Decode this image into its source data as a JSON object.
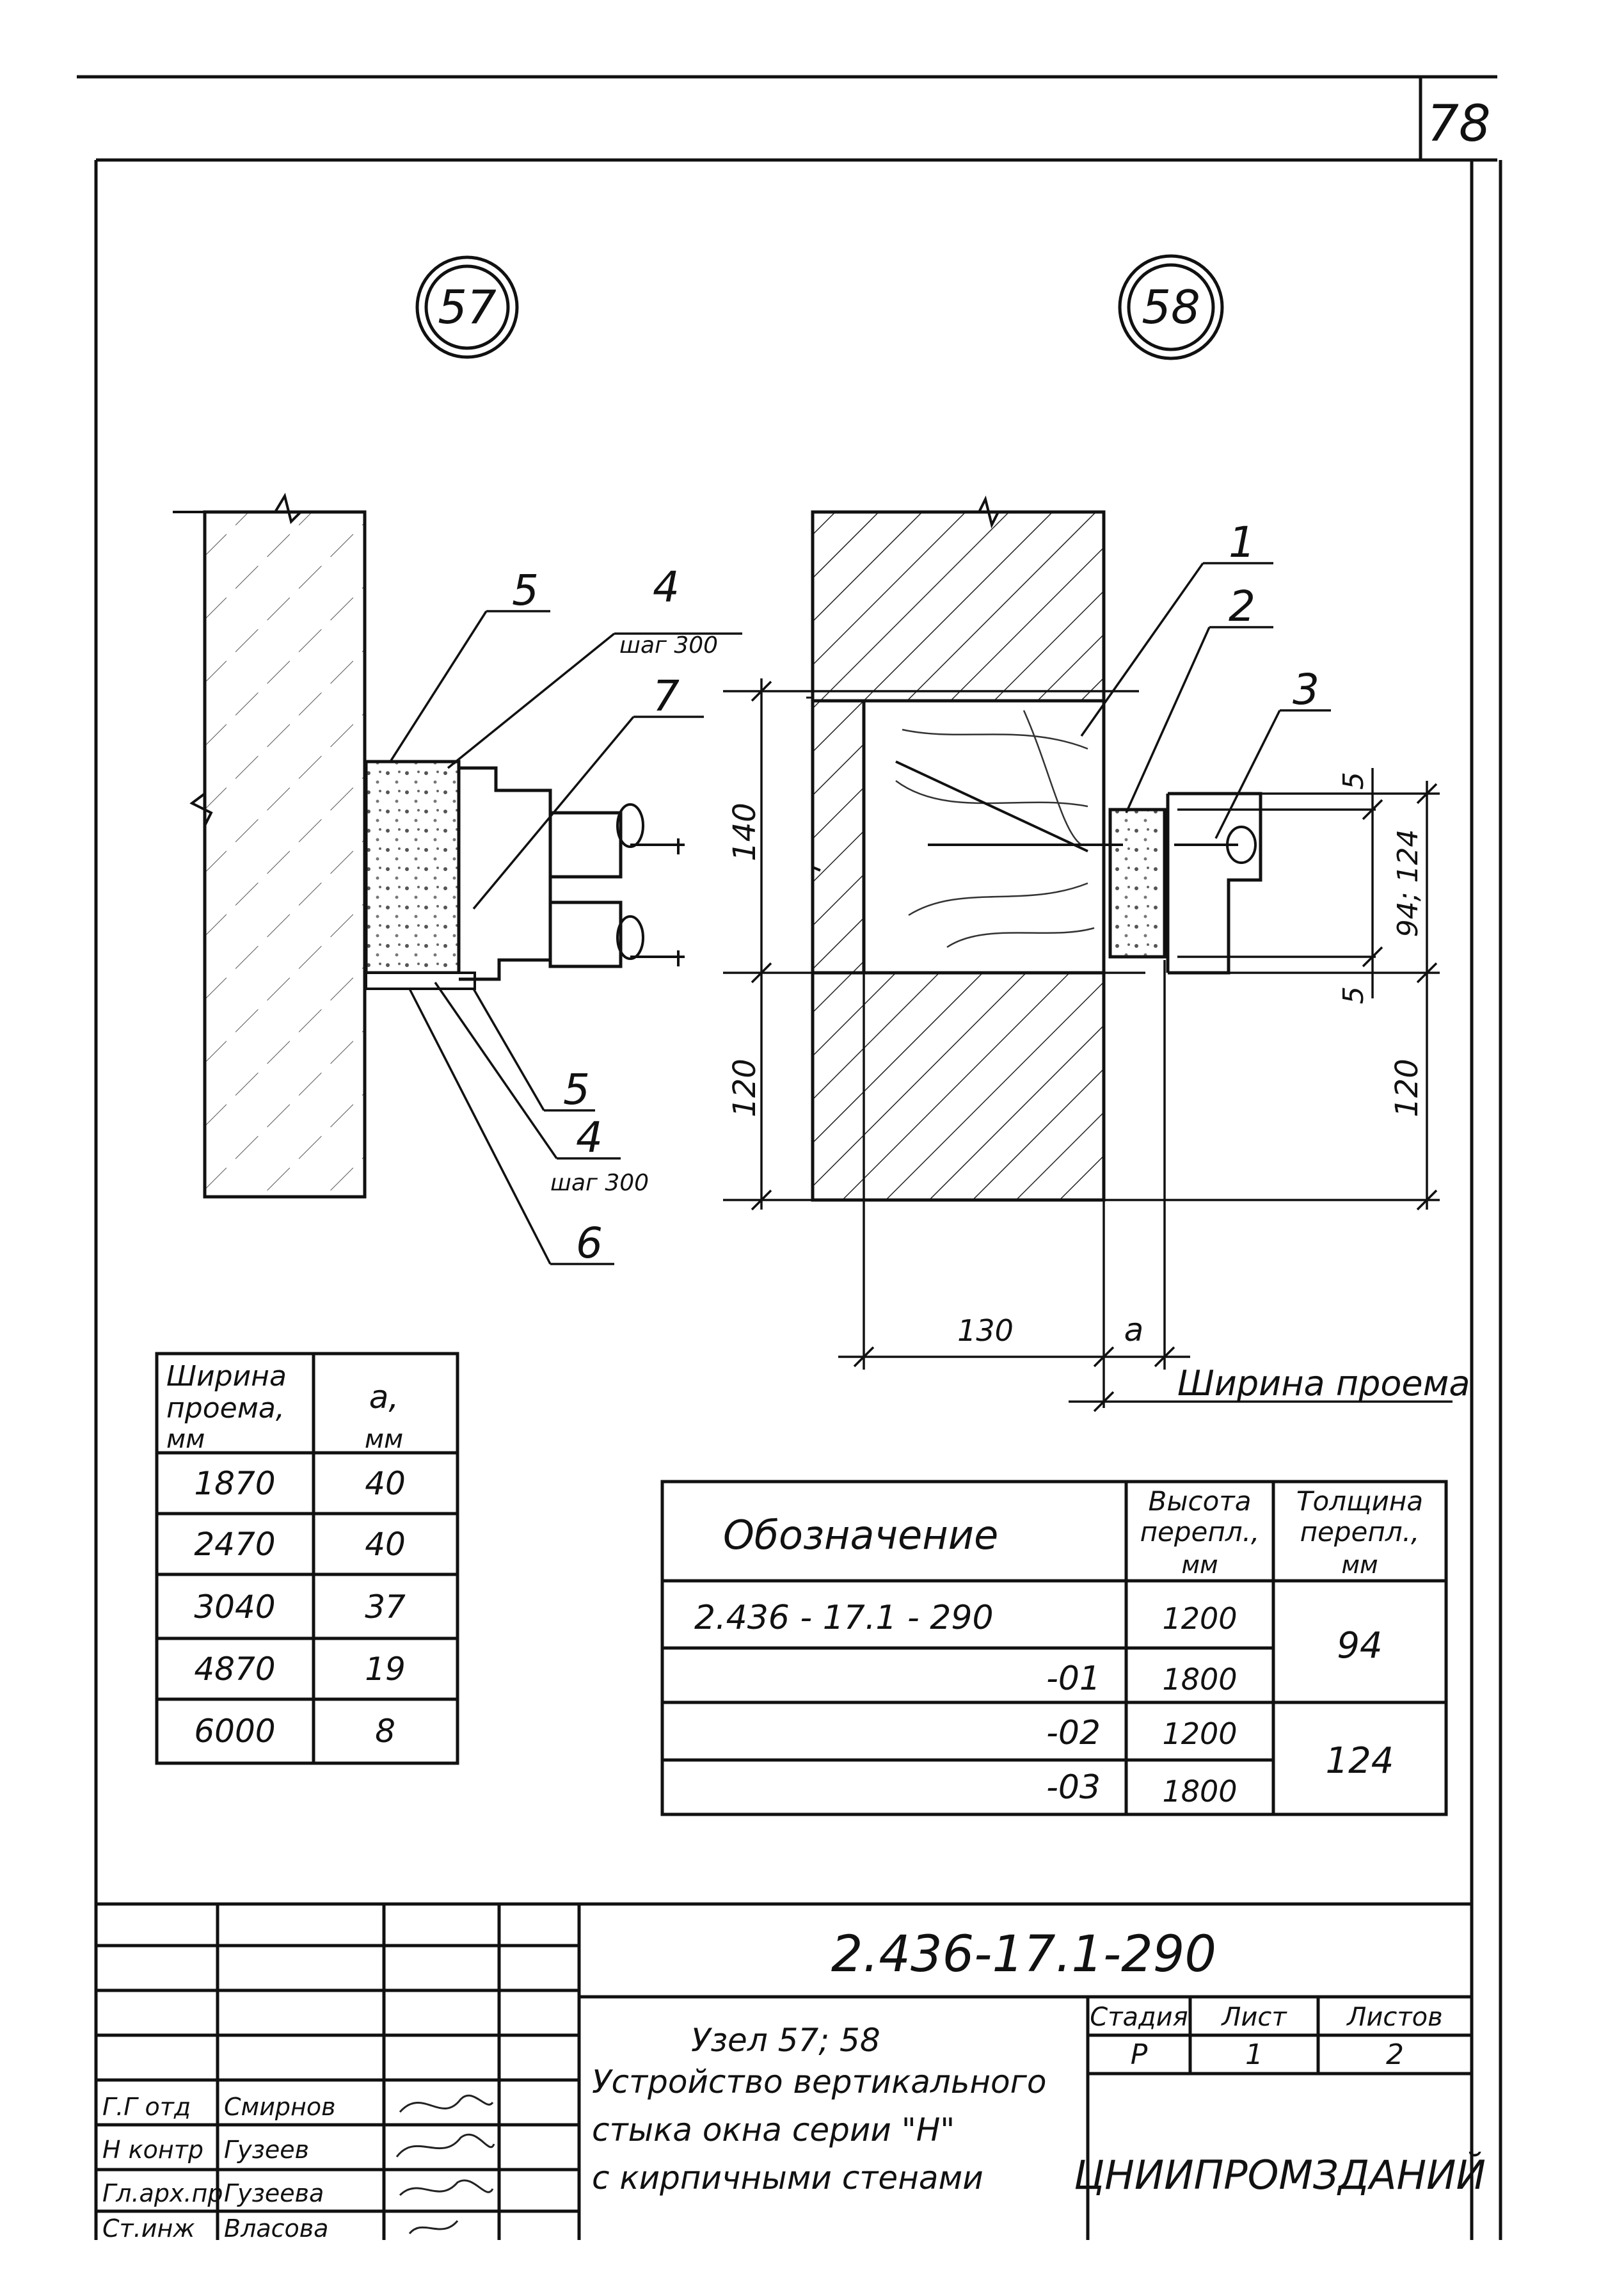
{
  "sheet": {
    "page_number": "78"
  },
  "details": {
    "left": {
      "id": "57"
    },
    "right": {
      "id": "58"
    }
  },
  "callouts": {
    "c5_top": "5",
    "c4_top": "4",
    "step_top": "шаг 300",
    "c7": "7",
    "c5_bot": "5",
    "c4_bot": "4",
    "step_bot": "шаг 300",
    "c6": "6",
    "c1": "1",
    "c2": "2",
    "c3": "3"
  },
  "dims": {
    "d140": "140",
    "d120_left": "120",
    "d5_top": "5",
    "d94_124": "94; 124",
    "d5_bot": "5",
    "d120_right": "120",
    "d130": "130",
    "da": "a",
    "opening_width": "Ширина проема"
  },
  "width_table": {
    "header_col1": [
      "Ширина",
      "проема,",
      "мм"
    ],
    "header_col2": [
      "a,",
      "мм"
    ],
    "rows": [
      [
        "1870",
        "40"
      ],
      [
        "2470",
        "40"
      ],
      [
        "3040",
        "37"
      ],
      [
        "4870",
        "19"
      ],
      [
        "6000",
        "8"
      ]
    ]
  },
  "spec_table": {
    "header_designation": "Обозначение",
    "header_height": [
      "Высота",
      "перепл.,",
      "мм"
    ],
    "header_thickness": [
      "Толщина",
      "перепл.,",
      "мм"
    ],
    "rows": [
      {
        "designation": "2.436 - 17.1 - 290",
        "height": "1200"
      },
      {
        "designation": "-01",
        "height": "1800"
      },
      {
        "designation": "-02",
        "height": "1200"
      },
      {
        "designation": "-03",
        "height": "1800"
      }
    ],
    "thickness_groups": [
      "94",
      "124"
    ]
  },
  "title_block": {
    "doc_code": "2.436-17.1-290",
    "roles": [
      "Г.Г отд",
      "Н контр",
      "Гл.арх.пр",
      "Ст.инж"
    ],
    "names": [
      "Смирнов",
      "Гузеев",
      "Гузеева",
      "Власова"
    ],
    "title_lines": [
      "Узел 57; 58",
      "Устройство вертикального",
      "стыка окна серии \"Н\"",
      "с кирпичными стенами"
    ],
    "stage_label": "Стадия",
    "sheet_label": "Лист",
    "sheets_label": "Листов",
    "stage_value": "Р",
    "sheet_value": "1",
    "sheets_value": "2",
    "organization": "ЦНИИПРОМЗДАНИЙ"
  }
}
